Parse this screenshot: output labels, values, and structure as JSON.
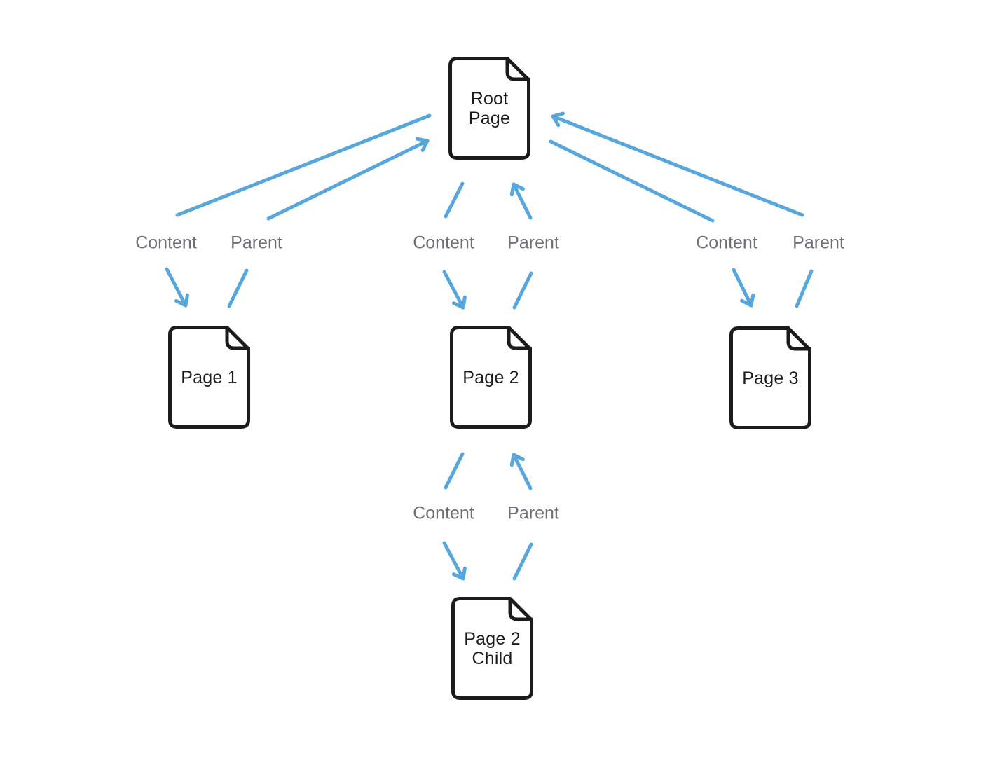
{
  "diagram": {
    "type": "page-hierarchy",
    "nodes": [
      {
        "id": "root-page",
        "label": "Root\nPage",
        "icon": "document-icon"
      },
      {
        "id": "page-1",
        "label": "Page 1",
        "icon": "document-icon"
      },
      {
        "id": "page-2",
        "label": "Page 2",
        "icon": "document-icon"
      },
      {
        "id": "page-3",
        "label": "Page 3",
        "icon": "document-icon"
      },
      {
        "id": "page-2-child",
        "label": "Page 2\nChild",
        "icon": "document-icon"
      }
    ],
    "connections": [
      {
        "from": "root-page",
        "to": "page-1",
        "content_label": "Content",
        "parent_label": "Parent"
      },
      {
        "from": "root-page",
        "to": "page-2",
        "content_label": "Content",
        "parent_label": "Parent"
      },
      {
        "from": "root-page",
        "to": "page-3",
        "content_label": "Content",
        "parent_label": "Parent"
      },
      {
        "from": "page-2",
        "to": "page-2-child",
        "content_label": "Content",
        "parent_label": "Parent"
      }
    ],
    "colors": {
      "arrow": "#57A7DC",
      "edge_label": "#6C7075",
      "node_border": "#1B1B1B",
      "node_text": "#1B1B1B",
      "background": "#FFFFFF"
    }
  }
}
